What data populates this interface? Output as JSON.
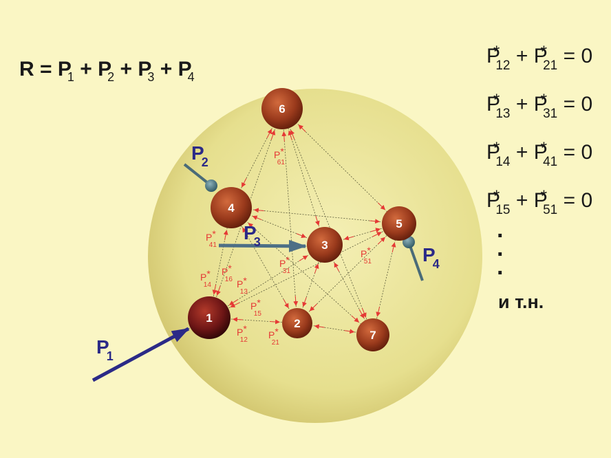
{
  "formula": {
    "lhs": "R",
    "eq": "=",
    "plus": "+",
    "terms": [
      {
        "base": "P",
        "sub": "1"
      },
      {
        "base": "P",
        "sub": "2"
      },
      {
        "base": "P",
        "sub": "3"
      },
      {
        "base": "P",
        "sub": "4"
      }
    ]
  },
  "equations": [
    {
      "a": "12",
      "b": "21",
      "rhs": "0"
    },
    {
      "a": "13",
      "b": "31",
      "rhs": "0"
    },
    {
      "a": "14",
      "b": "41",
      "rhs": "0"
    },
    {
      "a": "15",
      "b": "51",
      "rhs": "0"
    }
  ],
  "symbols": {
    "P": "P",
    "star": "*",
    "plus": "+",
    "equals": "="
  },
  "dots": [
    "·",
    "·",
    "·"
  ],
  "etc": "и т.н.",
  "colors": {
    "background": "#faf6c4",
    "sphere": "#e6df8e",
    "ball": "#8a2e14",
    "ball_highlight": "#d26a3d",
    "internal_force": "#e53935",
    "external_force": "#2b2a87",
    "attachment": "#3f6e7a"
  },
  "balls": [
    {
      "id": "1",
      "label": "1"
    },
    {
      "id": "2",
      "label": "2"
    },
    {
      "id": "3",
      "label": "3"
    },
    {
      "id": "4",
      "label": "4"
    },
    {
      "id": "5",
      "label": "5"
    },
    {
      "id": "6",
      "label": "6"
    },
    {
      "id": "7",
      "label": "7"
    }
  ],
  "internal_force_labels": [
    {
      "base": "P",
      "sub": "61",
      "star": "*"
    },
    {
      "base": "P",
      "sub": "41",
      "star": "*"
    },
    {
      "base": "P",
      "sub": "14",
      "star": "*"
    },
    {
      "base": "P",
      "sub": "16",
      "star": "*"
    },
    {
      "base": "P",
      "sub": "13",
      "star": "*"
    },
    {
      "base": "P",
      "sub": "15",
      "star": "*"
    },
    {
      "base": "P",
      "sub": "12",
      "star": "*"
    },
    {
      "base": "P",
      "sub": "21",
      "star": "*"
    },
    {
      "base": "P",
      "sub": "31",
      "star": "*"
    },
    {
      "base": "P",
      "sub": "51",
      "star": "*"
    }
  ],
  "external_forces": [
    {
      "base": "P",
      "sub": "1"
    },
    {
      "base": "P",
      "sub": "2"
    },
    {
      "base": "P",
      "sub": "3"
    },
    {
      "base": "P",
      "sub": "4"
    }
  ]
}
